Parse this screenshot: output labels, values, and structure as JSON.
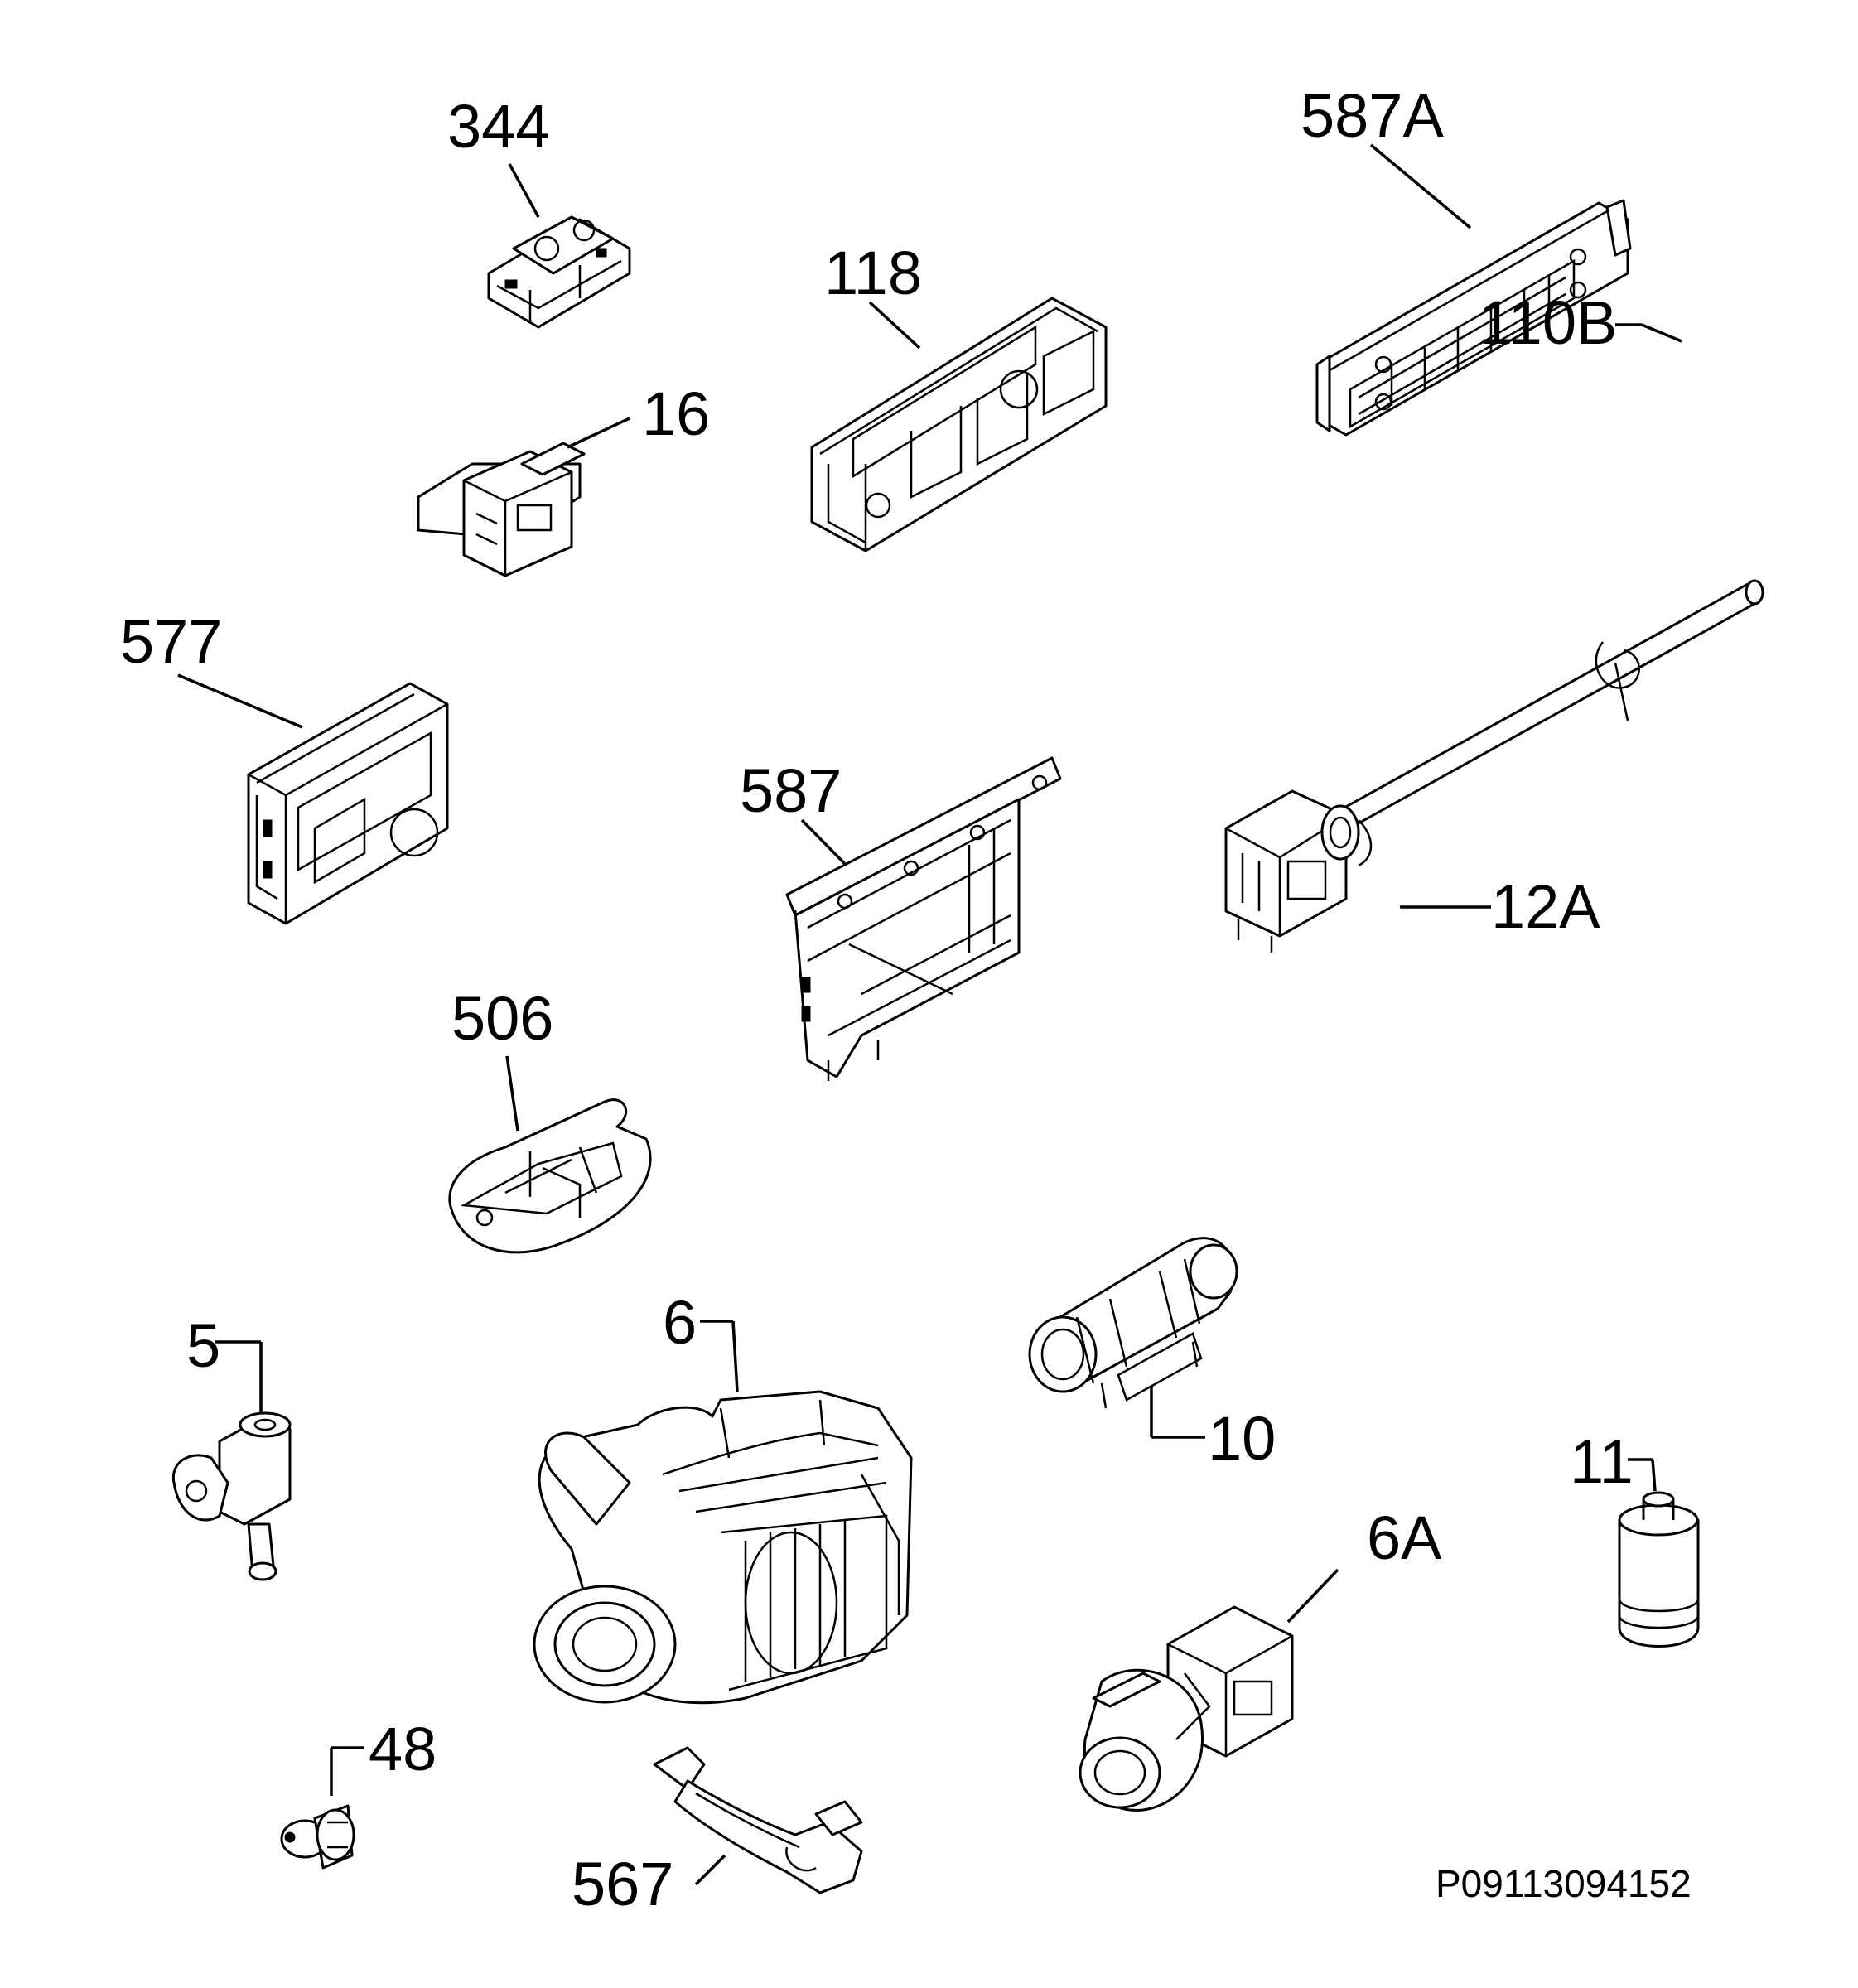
{
  "labels": {
    "p344": "344",
    "p587A": "587A",
    "p118": "118",
    "p16": "16",
    "p110B": "110B",
    "p577": "577",
    "p587": "587",
    "p12A": "12A",
    "p506": "506",
    "p5": "5",
    "p6": "6",
    "p10": "10",
    "p11": "11",
    "p6A": "6A",
    "p48": "48",
    "p567": "567"
  },
  "drawing_code": "P09113094152"
}
